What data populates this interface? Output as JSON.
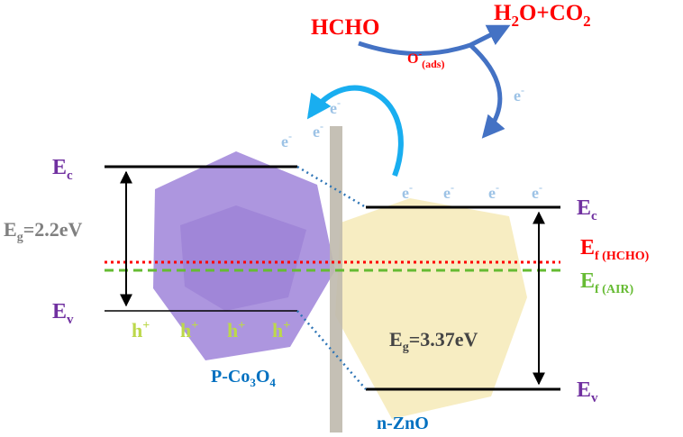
{
  "reaction": {
    "reactant": "HCHO",
    "products_parts": [
      "H",
      "2",
      "O+CO",
      "2"
    ],
    "adsorbed_base": "O",
    "adsorbed_sup": "-",
    "adsorbed_sub": "(ads)",
    "electron_base": "e",
    "electron_sup": "-"
  },
  "p_type": {
    "material_parts": [
      "P-Co",
      "3",
      "O",
      "4"
    ],
    "conduction_band": {
      "base": "E",
      "sub": "c"
    },
    "valence_band": {
      "base": "E",
      "sub": "v"
    },
    "band_gap": {
      "base": "E",
      "sub": "g",
      "value": "=2.2eV"
    },
    "hole_base": "h",
    "hole_sup": "+"
  },
  "n_type": {
    "material": "n-ZnO",
    "conduction_band": {
      "base": "E",
      "sub": "c"
    },
    "valence_band": {
      "base": "E",
      "sub": "v"
    },
    "band_gap": {
      "base": "E",
      "sub": "g",
      "value": "=3.37eV"
    }
  },
  "fermi_levels": {
    "hcho": {
      "base": "E",
      "sub": "f (HCHO)"
    },
    "air": {
      "base": "E",
      "sub": "f (AIR)"
    }
  },
  "colors": {
    "red": "#ff0000",
    "green": "#66bb33",
    "purple": "#7030a0",
    "gray": "#7f7f7f",
    "blue_label": "#0070c0",
    "electron": "#9dc3e6",
    "hole": "#bcd84b",
    "arrow_blue": "#4472c4",
    "arrow_cyan": "#19aef0",
    "hexagon_purple": "#9b7fd8",
    "hexagon_yellow": "#f6eab7"
  }
}
